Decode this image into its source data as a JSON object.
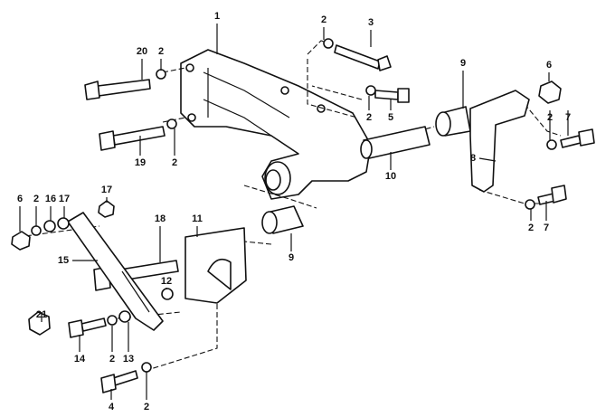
{
  "diagram": {
    "callouts": [
      "1",
      "2",
      "3",
      "20",
      "2",
      "9",
      "6",
      "2",
      "5",
      "2",
      "7",
      "19",
      "2",
      "10",
      "8",
      "6",
      "2",
      "16",
      "17",
      "17",
      "18",
      "11",
      "15",
      "9",
      "2",
      "7",
      "12",
      "21",
      "14",
      "2",
      "13",
      "4",
      "2"
    ]
  }
}
